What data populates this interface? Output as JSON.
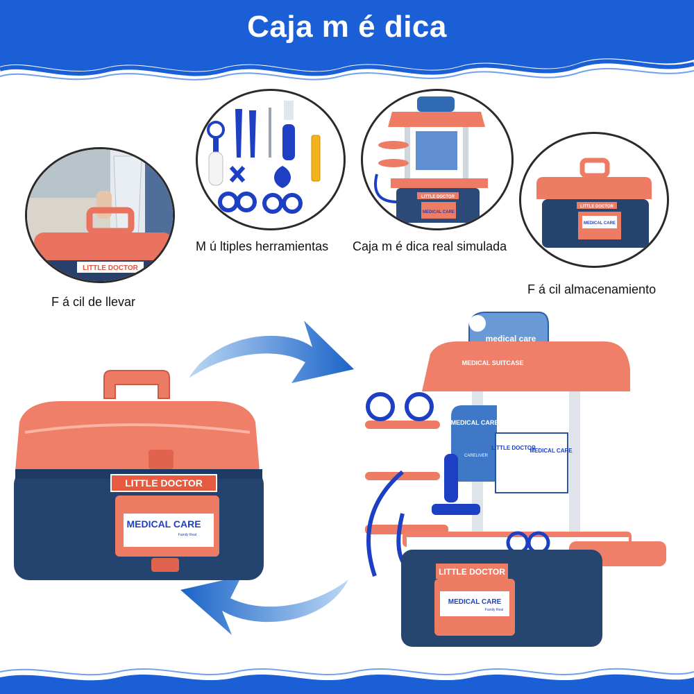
{
  "header": {
    "title": "Caja m é dica"
  },
  "features": [
    {
      "caption": "F á cil de llevar",
      "label": "LITTLE DOCTOR"
    },
    {
      "caption": "M ú ltiples herramientas"
    },
    {
      "caption": "Caja m é dica real simulada",
      "label": "LITTLE DOCTOR",
      "sub": "MEDICAL CARE"
    },
    {
      "caption": "F á cil almacenamiento",
      "label": "LITTLE DOCTOR",
      "sub": "MEDICAL CARE"
    }
  ],
  "closed_case": {
    "brand_label": "LITTLE DOCTOR",
    "panel_title": "MEDICAL CARE",
    "panel_sub": "Family Real"
  },
  "open_case": {
    "sign": "medical care",
    "roof_label": "MEDICAL SUITCASE",
    "board_title": "MEDICAL CARE",
    "board_sub": "CARELIVER",
    "card_title": "LITTLE DOCTOR",
    "card_title_2": "MEDICAL CARE",
    "base_label": "LITTLE DOCTOR",
    "panel_title": "MEDICAL CARE",
    "panel_sub": "Family Real"
  },
  "colors": {
    "banner": "#1a5fd6",
    "coral": "#ef7b65",
    "navy": "#23406e",
    "tool_blue": "#1c3fc4"
  }
}
